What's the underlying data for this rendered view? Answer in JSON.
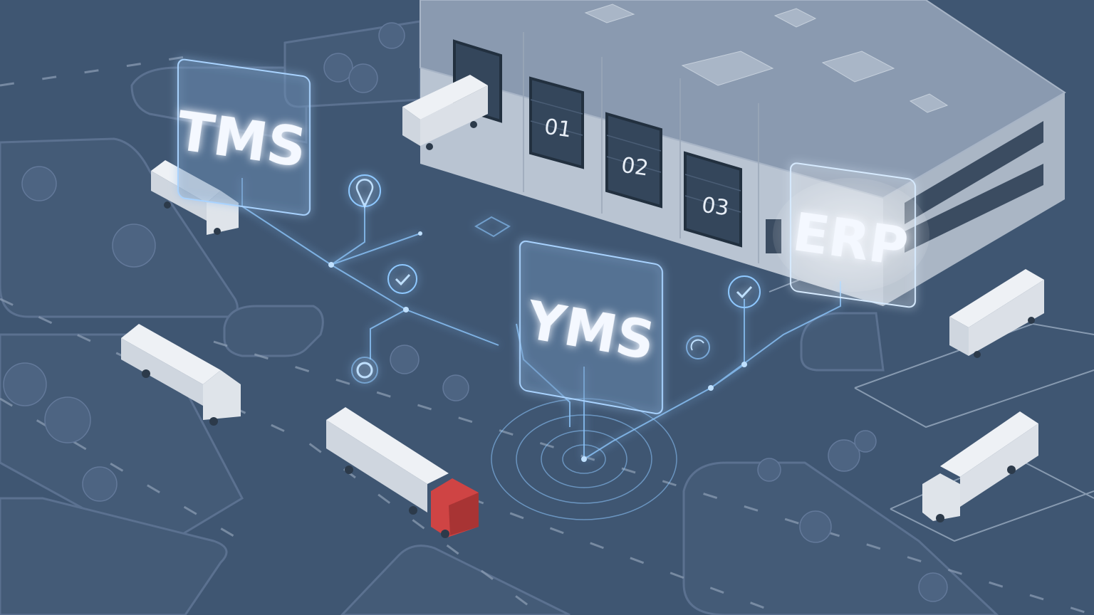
{
  "systems": {
    "tms": "TMS",
    "yms": "YMS",
    "erp": "ERP"
  },
  "docks": [
    "01",
    "02",
    "03"
  ],
  "colors": {
    "ground": "#3f5672",
    "road": "#3a4f6a",
    "building_roof": "#8393a8",
    "building_wall": "#b9c4d2",
    "glow": "#8ec8ff",
    "truck_body": "#dfe4ea",
    "highlight_cab": "#cf4444"
  }
}
